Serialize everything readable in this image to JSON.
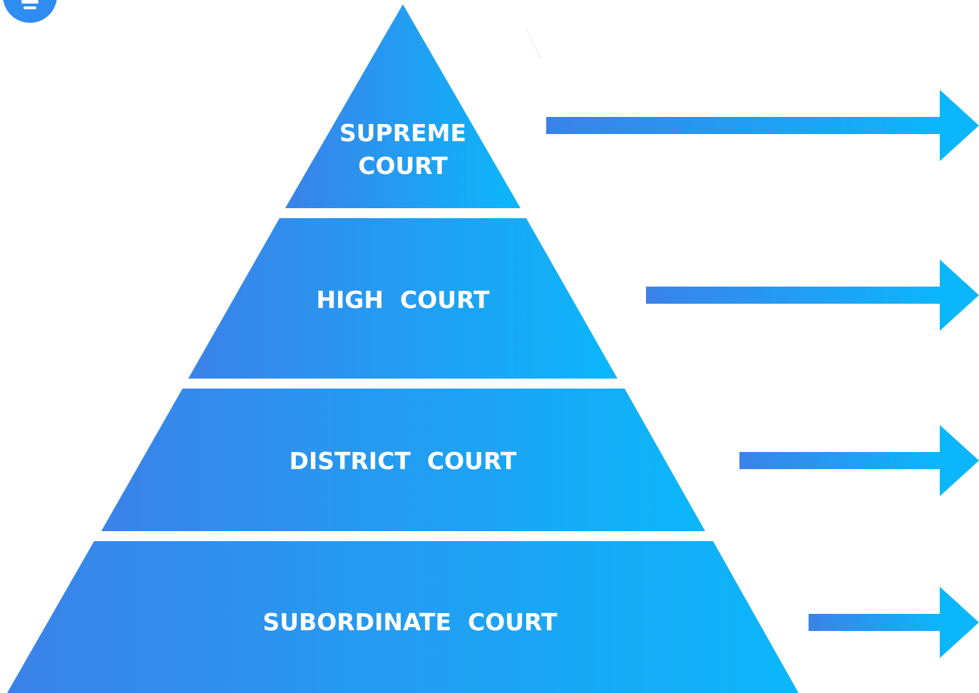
{
  "colors": {
    "gradient_start": "#3b82e8",
    "gradient_end": "#0bb7fa",
    "label_text": "#ffffff",
    "background": "#ffffff"
  },
  "logo": {
    "icon": "lightbulb-icon"
  },
  "pyramid": {
    "tiers": [
      {
        "lines": [
          "SUPREME",
          "COURT"
        ]
      },
      {
        "lines": [
          "HIGH  COURT"
        ]
      },
      {
        "lines": [
          "DISTRICT  COURT"
        ]
      },
      {
        "lines": [
          "SUBORDINATE  COURT"
        ]
      }
    ]
  }
}
